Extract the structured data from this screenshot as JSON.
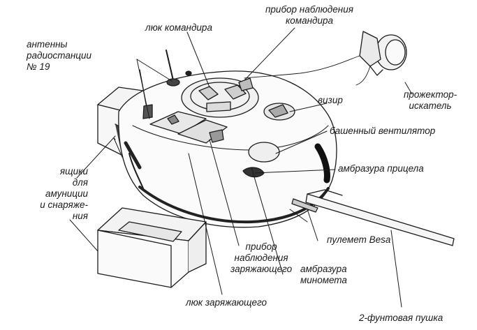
{
  "labels": {
    "radio_antennas": [
      "антенны",
      "радиостанции",
      "№ 19"
    ],
    "commander_hatch": "люк командира",
    "commander_periscope": [
      "прибор наблюдения",
      "командира"
    ],
    "searchlight": [
      "прожектор-",
      "искатель"
    ],
    "sight": "визир",
    "turret_fan": "башенный вентилятор",
    "sight_embrasure": "амбразура прицела",
    "ammo_boxes": [
      "ящики",
      "для",
      "амуниции",
      "и снаряже-",
      "ния"
    ],
    "loader_periscope": [
      "прибор",
      "наблюдения",
      "заряжающего"
    ],
    "besa_mg": "пулемет Besa",
    "mortar_embrasure": [
      "амбразура",
      "миномета"
    ],
    "loader_hatch": "люк заряжающего",
    "gun": "2-фунтовая пушка"
  }
}
